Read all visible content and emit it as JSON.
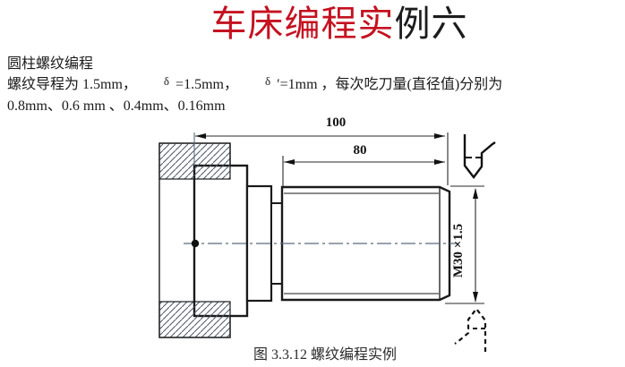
{
  "slide": {
    "title": {
      "accent": "车床编程实",
      "rest": "例六"
    },
    "intro": {
      "line1": "圆柱螺纹编程",
      "line2": {
        "seg1": "螺纹导程为 1.5mm，",
        "delta1": "δ",
        "seg2": " =1.5mm，",
        "delta2": "δ",
        "seg3": " ′=1mm ，",
        "seg4": "每次吃刀量(直径值)分别为"
      },
      "line3": "0.8mm、0.6 mm 、0.4mm、0.16mm"
    },
    "figure": {
      "dims": {
        "overall_length": "100",
        "thread_length": "80",
        "thread_spec": "M30 ×1.5"
      },
      "caption": "图 3.3.12  螺纹编程实例"
    },
    "colors": {
      "title_accent": "#c41220",
      "ink": "#1a1a1a",
      "centerline": "#5b6b7d",
      "hatch": "#4a5568"
    }
  }
}
